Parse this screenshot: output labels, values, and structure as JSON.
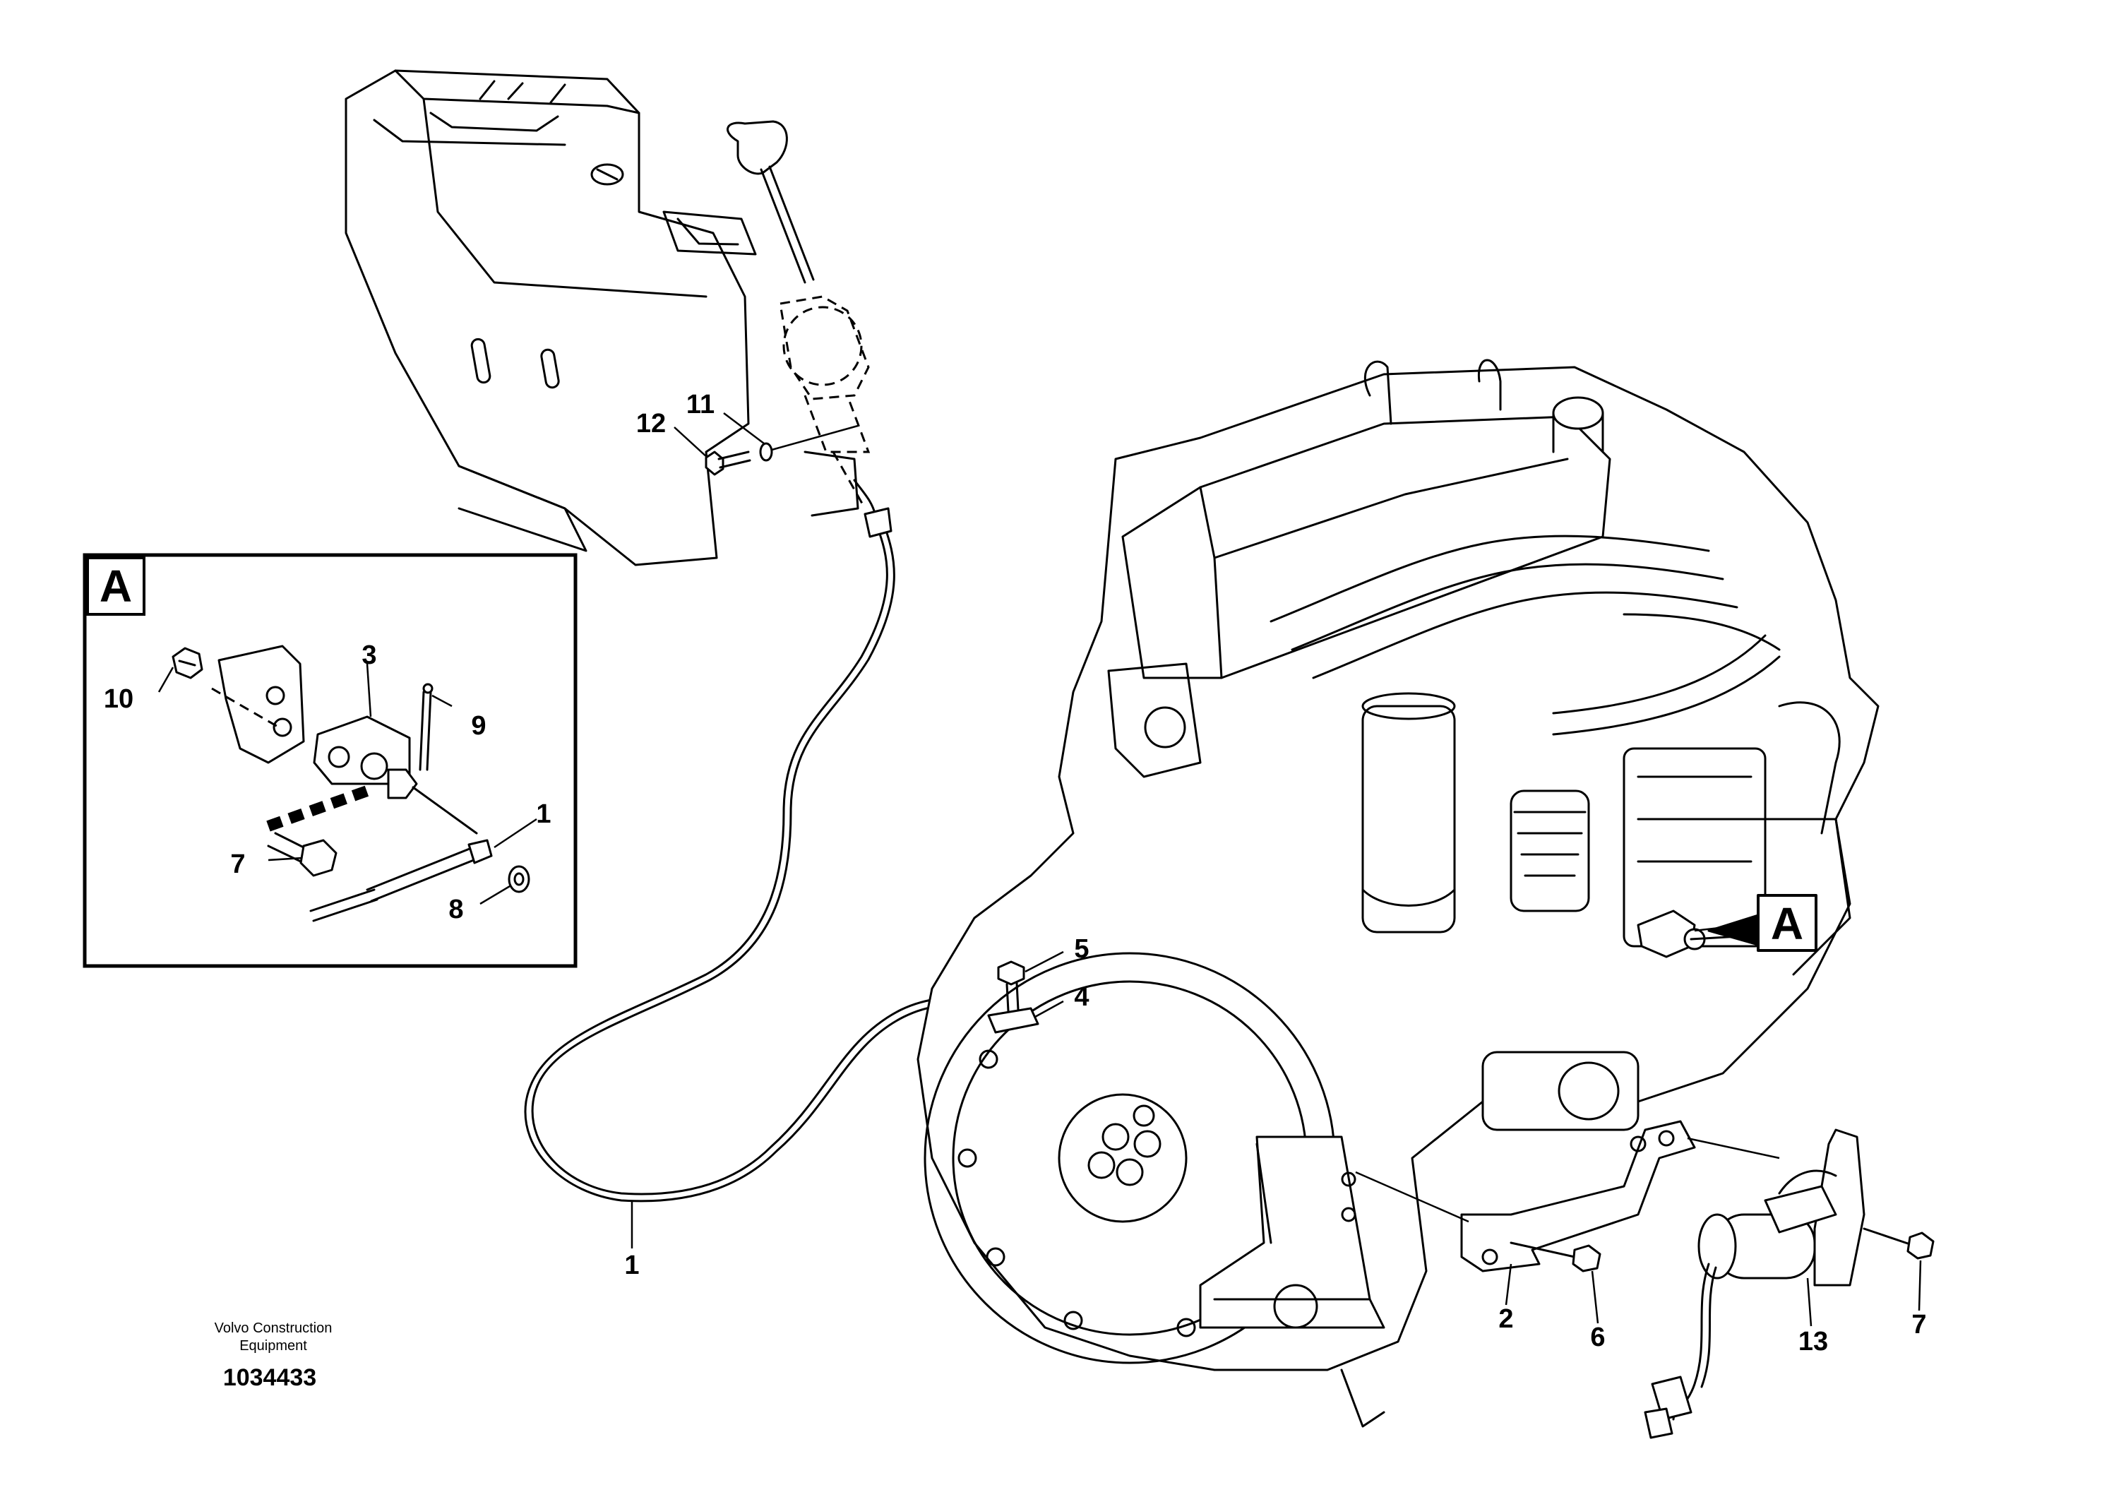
{
  "figure": {
    "publisher_line1": "Volvo Construction",
    "publisher_line2": "Equipment",
    "drawing_number": "1034433"
  },
  "detail_view": {
    "label": "A",
    "callouts": [
      "10",
      "3",
      "9",
      "1",
      "7",
      "8"
    ]
  },
  "main_view": {
    "detail_reference": "A",
    "callouts": [
      "12",
      "11",
      "5",
      "4",
      "1",
      "2",
      "6",
      "13",
      "7"
    ]
  }
}
